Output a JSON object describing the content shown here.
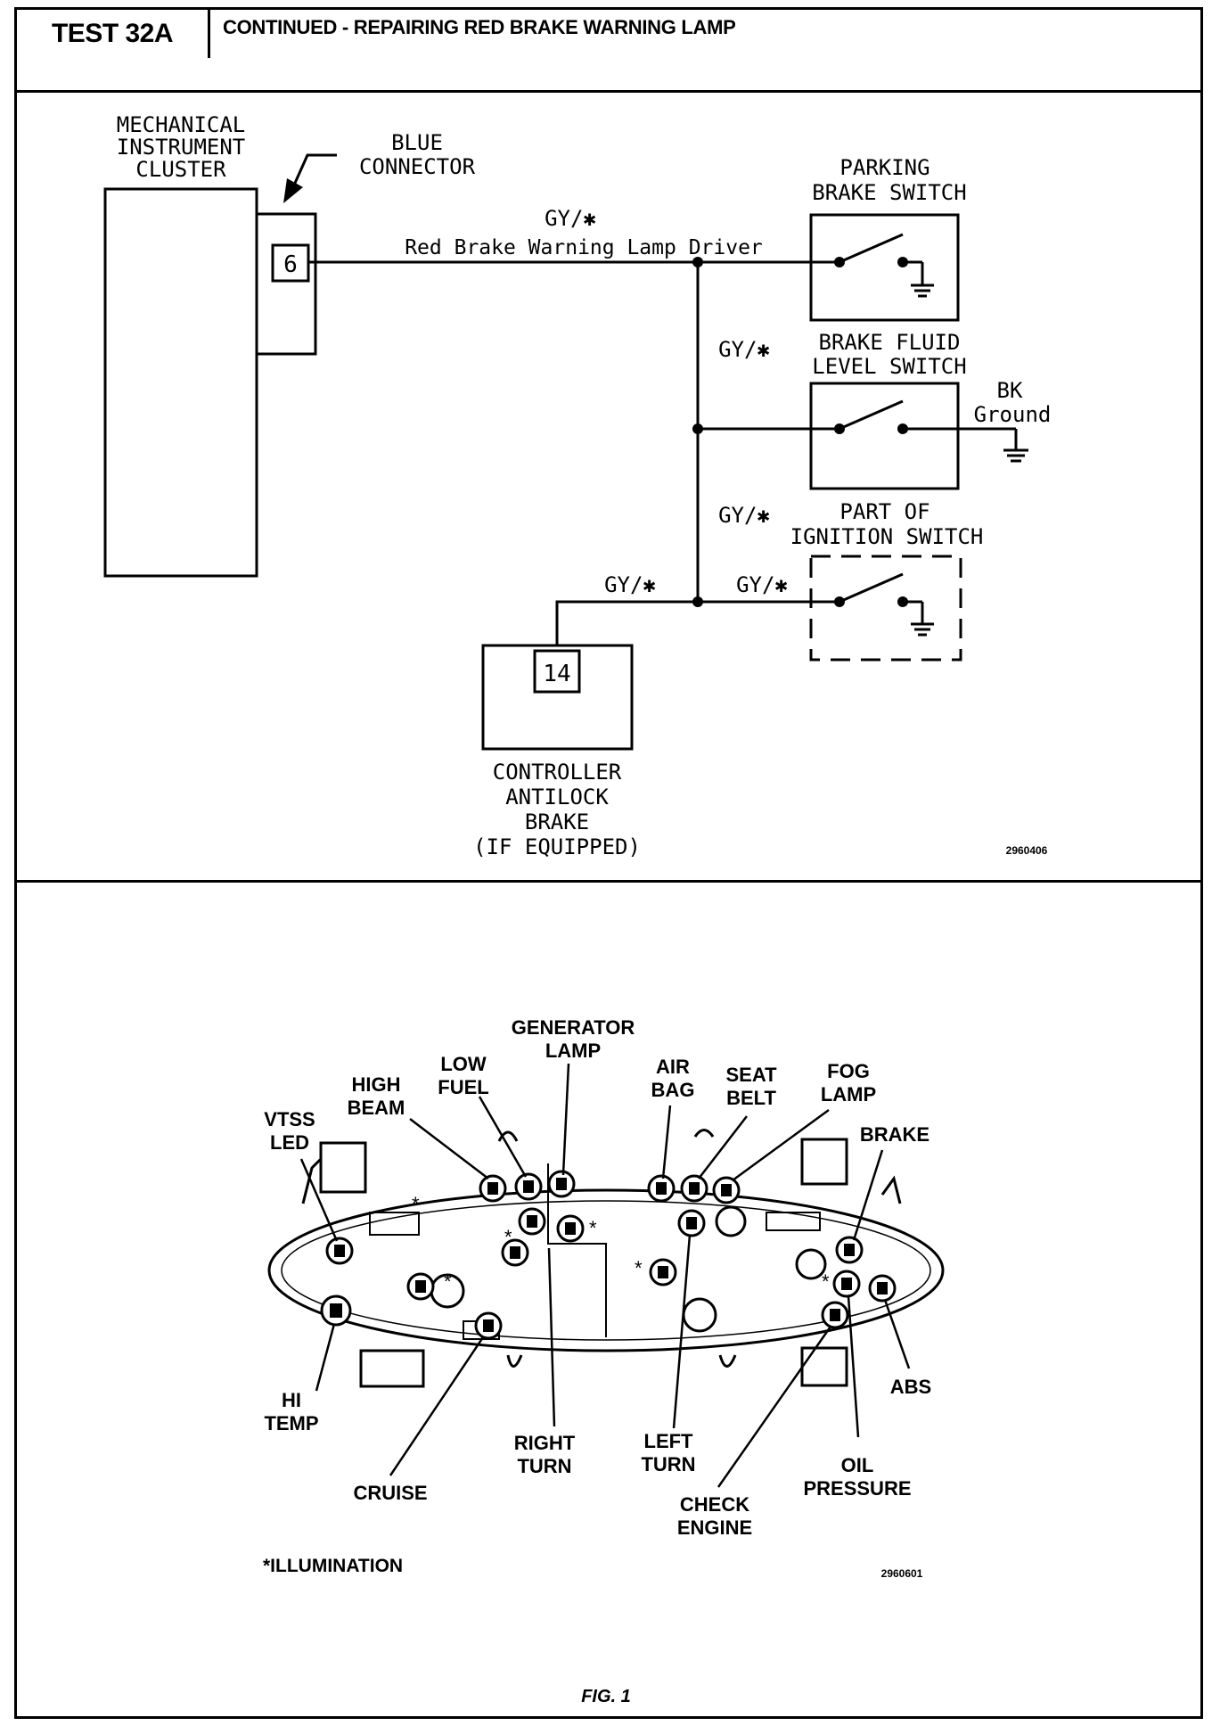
{
  "header": {
    "test_id": "TEST 32A",
    "title": "CONTINUED - REPAIRING RED BRAKE WARNING LAMP"
  },
  "schematic": {
    "cluster_label": [
      "MECHANICAL",
      "INSTRUMENT",
      "CLUSTER"
    ],
    "connector_label": [
      "BLUE",
      "CONNECTOR"
    ],
    "cluster_pin": "6",
    "wire_color_main": "GY/✱",
    "wire_function": "Red Brake Warning Lamp Driver",
    "parking_brake_label": [
      "PARKING",
      "BRAKE SWITCH"
    ],
    "brake_fluid_label": [
      "BRAKE FLUID",
      "LEVEL SWITCH"
    ],
    "wire_color_fluid": "GY/✱",
    "ground_label": [
      "BK",
      "Ground"
    ],
    "ignition_label": [
      "PART OF",
      "IGNITION SWITCH"
    ],
    "wire_color_ignition_branch": "GY/✱",
    "wire_color_controller": "GY/✱",
    "wire_color_ignition": "GY/✱",
    "controller_pin": "14",
    "controller_label": [
      "CONTROLLER",
      "ANTILOCK",
      "BRAKE",
      "(IF EQUIPPED)"
    ],
    "figure_number": "2960406"
  },
  "cluster_view": {
    "callouts": {
      "generator_lamp": [
        "GENERATOR",
        "LAMP"
      ],
      "low_fuel": [
        "LOW",
        "FUEL"
      ],
      "high_beam": [
        "HIGH",
        "BEAM"
      ],
      "vtss_led": [
        "VTSS",
        "LED"
      ],
      "air_bag": [
        "AIR",
        "BAG"
      ],
      "seat_belt": [
        "SEAT",
        "BELT"
      ],
      "fog_lamp": [
        "FOG",
        "LAMP"
      ],
      "brake": [
        "BRAKE"
      ],
      "hi_temp": [
        "HI",
        "TEMP"
      ],
      "cruise": [
        "CRUISE"
      ],
      "right_turn": [
        "RIGHT",
        "TURN"
      ],
      "left_turn": [
        "LEFT",
        "TURN"
      ],
      "check_engine": [
        "CHECK",
        "ENGINE"
      ],
      "oil_pressure": [
        "OIL",
        "PRESSURE"
      ],
      "abs": [
        "ABS"
      ]
    },
    "note": "*ILLUMINATION",
    "figure_number": "2960601"
  },
  "caption": "FIG. 1"
}
